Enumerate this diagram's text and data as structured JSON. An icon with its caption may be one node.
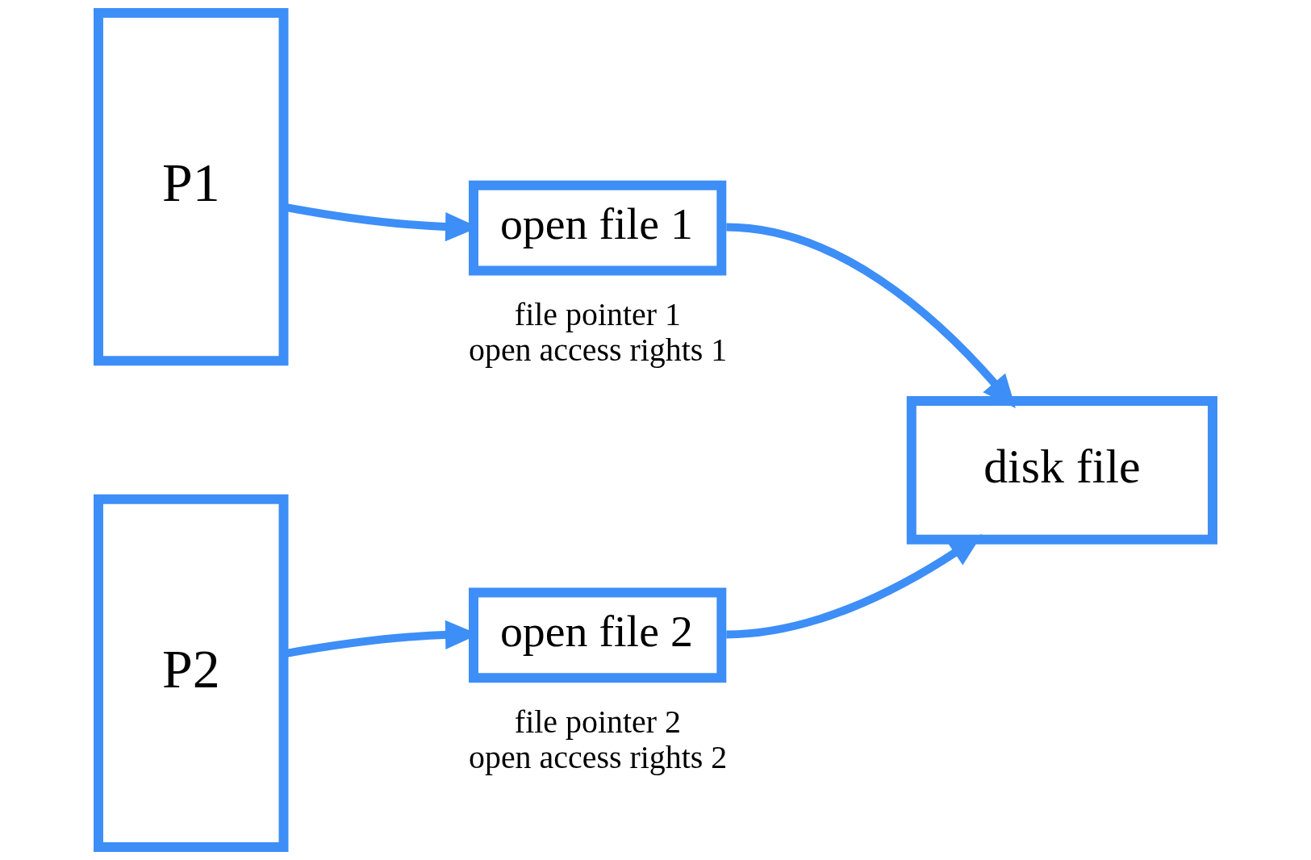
{
  "diagram": {
    "nodes": [
      {
        "text": [
          "P1"
        ]
      },
      {
        "text": [
          "open file 1"
        ],
        "beside": [
          "file pointer 1",
          "open access rights 1"
        ]
      },
      {
        "text": [
          "disk file"
        ]
      },
      {
        "text": [
          "P2"
        ]
      },
      {
        "text": [
          "open file 2"
        ],
        "beside": [
          "file pointer 2",
          "open access rights 2"
        ]
      }
    ],
    "edges": [
      {
        "from": 0,
        "to": 1,
        "arrow": "to"
      },
      {
        "from": 1,
        "to": 2,
        "arrow": "to"
      },
      {
        "from": 3,
        "to": 4,
        "arrow": "to"
      },
      {
        "from": 4,
        "to": 2,
        "arrow": "to"
      }
    ]
  }
}
